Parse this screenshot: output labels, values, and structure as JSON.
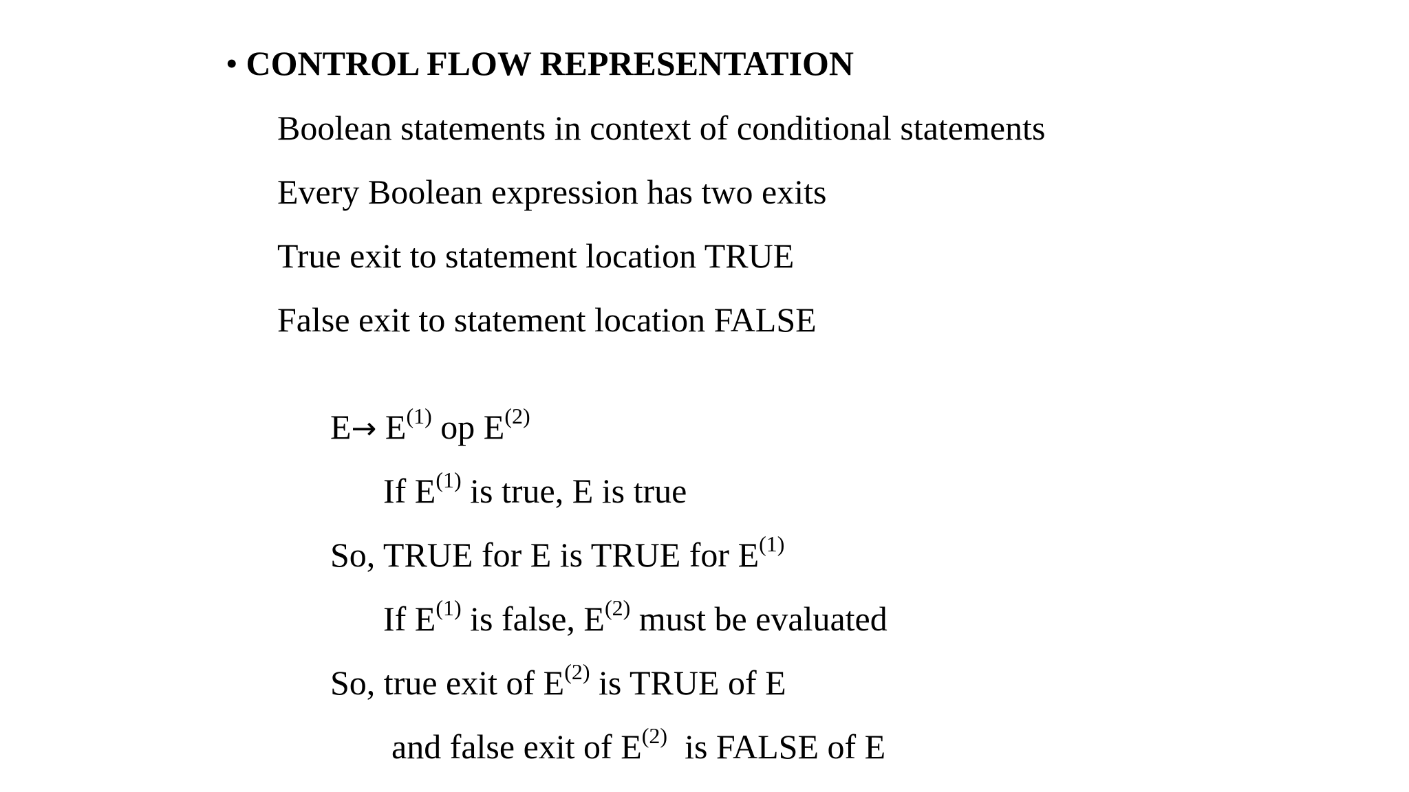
{
  "title": {
    "bullet": "•",
    "text": "CONTROL FLOW REPRESENTATION"
  },
  "intro_lines": [
    "Boolean statements in context of conditional statements",
    "Every Boolean expression has two exits",
    "True exit to statement location TRUE",
    "False exit to statement location FALSE"
  ],
  "rule": {
    "lhs": "E",
    "arrow": "→",
    "e1": "E",
    "e1_sup": "(1)",
    "op": "op",
    "e2": "E",
    "e2_sup": "(2)"
  },
  "case1": {
    "prefix": "If E",
    "sup": "(1)",
    "suffix": " is true, E is true"
  },
  "conclusion1": {
    "prefix": "So, TRUE for E is TRUE for E",
    "sup": "(1)"
  },
  "case2": {
    "prefix": "If E",
    "sup1": "(1)",
    "middle": " is false, E",
    "sup2": "(2)",
    "suffix": " must be evaluated"
  },
  "conclusion2": {
    "prefix": "So, true exit of E",
    "sup": "(2)",
    "suffix": " is TRUE of E"
  },
  "conclusion3": {
    "prefix": "and false exit of E",
    "sup": "(2)",
    "suffix": "  is FALSE of E"
  }
}
